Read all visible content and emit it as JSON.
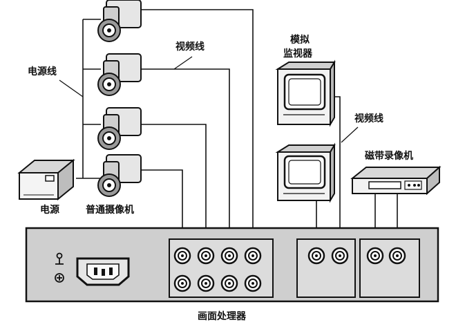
{
  "labels": {
    "power_cable": "电源线",
    "video_cable_top": "视频线",
    "monitor_title_line1": "模拟",
    "monitor_title_line2": "监视器",
    "video_cable_right": "视频线",
    "vcr": "磁带录像机",
    "power_supply": "电源",
    "camera": "普通摄像机",
    "processor": "画面处理器"
  },
  "colors": {
    "line": "#111111",
    "panel_fill": "#cfcfcf",
    "device_fill": "#f2f2f2"
  }
}
